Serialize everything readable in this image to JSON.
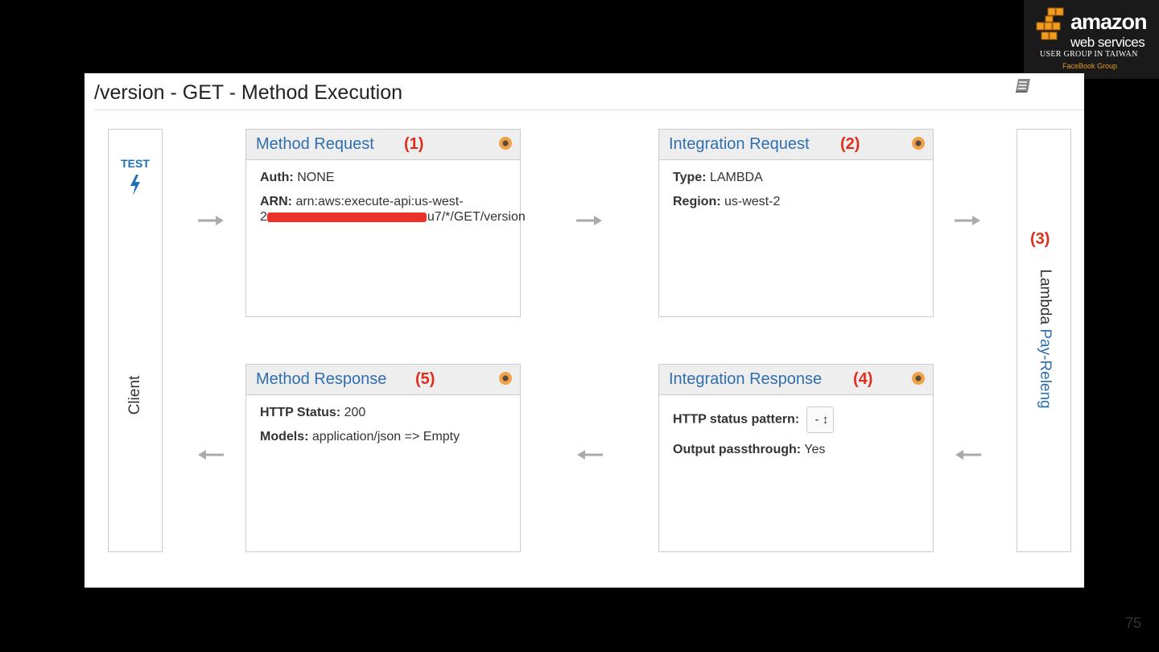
{
  "logo": {
    "word": "amazon",
    "sub": "web services",
    "group": "USER GROUP IN TAIWAN",
    "fb": "FaceBook Group"
  },
  "page": {
    "title": "/version - GET - Method Execution",
    "slide_number": "75"
  },
  "client": {
    "test_label": "TEST",
    "label": "Client"
  },
  "lambda": {
    "marker": "(3)",
    "label": "Lambda",
    "function_name": "Pay-Releng"
  },
  "method_request": {
    "title": "Method Request",
    "marker": "(1)",
    "auth_label": "Auth:",
    "auth_value": "NONE",
    "arn_label": "ARN:",
    "arn_line1": "arn:aws:execute-api:us-west-",
    "arn_line2_prefix": "2",
    "arn_line2_suffix": "u7/*/GET/version"
  },
  "integration_request": {
    "title": "Integration Request",
    "marker": "(2)",
    "type_label": "Type:",
    "type_value": "LAMBDA",
    "region_label": "Region:",
    "region_value": "us-west-2"
  },
  "method_response": {
    "title": "Method Response",
    "marker": "(5)",
    "status_label": "HTTP Status:",
    "status_value": "200",
    "models_label": "Models:",
    "models_value": "application/json => Empty"
  },
  "integration_response": {
    "title": "Integration Response",
    "marker": "(4)",
    "pattern_label": "HTTP status pattern:",
    "pattern_value": "-",
    "passthrough_label": "Output passthrough:",
    "passthrough_value": "Yes"
  },
  "colors": {
    "link_blue": "#2f6fb0",
    "marker_red": "#e02e1c",
    "arrow_gray": "#aaaaaa",
    "status_orange": "#f0a24a"
  },
  "icons": {
    "book": "book-icon",
    "bolt": "lightning-bolt-icon",
    "status": "status-dot-icon",
    "arrow_right": "arrow-right-icon",
    "arrow_left": "arrow-left-icon"
  }
}
